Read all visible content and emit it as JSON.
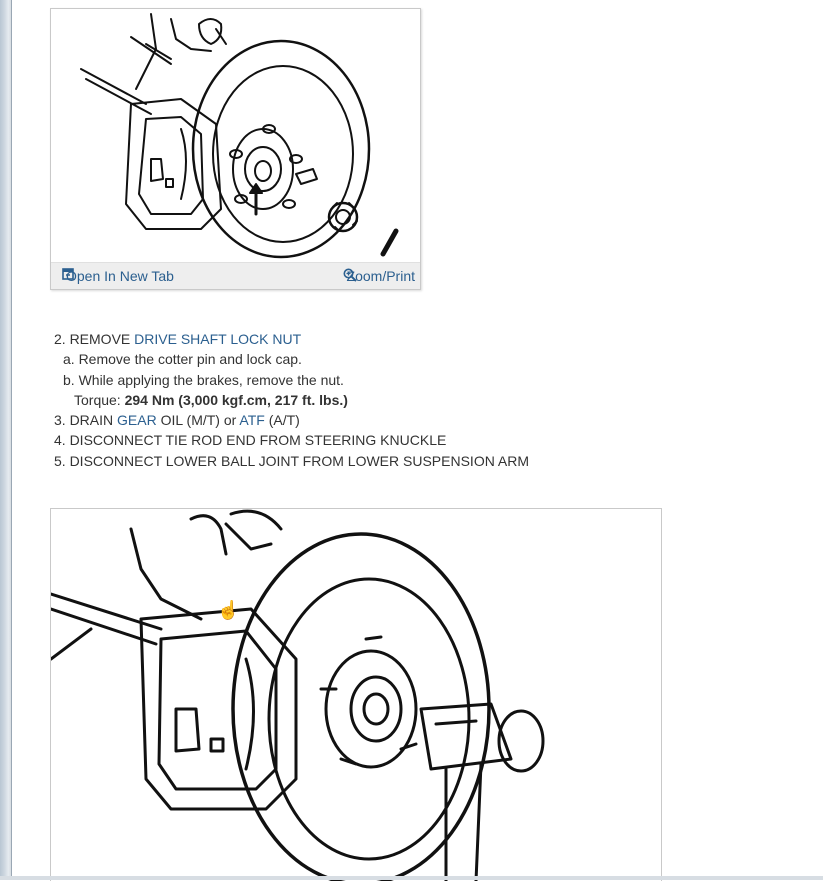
{
  "figure1": {
    "open_in_new_tab": "Open In New Tab",
    "zoom_print": "Zoom/Print"
  },
  "steps": [
    {
      "prefix": "2. REMOVE ",
      "link": "DRIVE SHAFT LOCK NUT",
      "suffix": ""
    },
    {
      "text": "a. Remove the cotter pin and lock cap."
    },
    {
      "text": "b. While applying the brakes, remove the nut."
    },
    {
      "label": "Torque: ",
      "value": "294 Nm (3,000 kgf.cm, 217 ft. lbs.)"
    },
    {
      "prefix": "3. DRAIN ",
      "link": "GEAR",
      "middle": " OIL (M/T) or ",
      "link2": "ATF",
      "suffix": " (A/T)"
    },
    {
      "text": "4. DISCONNECT TIE ROD END FROM STEERING KNUCKLE"
    },
    {
      "text": "5. DISCONNECT LOWER BALL JOINT FROM LOWER SUSPENSION ARM"
    }
  ],
  "colors": {
    "link": "#2b5f8f",
    "text": "#333333",
    "bar": "#eeeeee"
  },
  "icons": [
    "open-in-new-tab-icon",
    "zoom-icon",
    "mouse-cursor-icon"
  ]
}
